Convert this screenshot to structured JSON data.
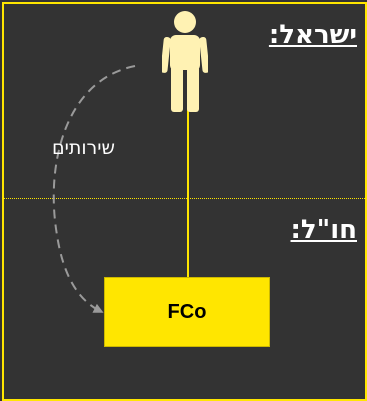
{
  "regions": {
    "israel_label": "ישראל:",
    "abroad_label": "חו\"ל:"
  },
  "entity": {
    "label": "FCo"
  },
  "flow": {
    "label": "שירותים"
  },
  "colors": {
    "background": "#333333",
    "accent": "#FFE600",
    "person": "#FFF2B3",
    "arrow": "#9A9A9A",
    "text": "#FFFFFF"
  },
  "icons": {
    "person": "person-icon"
  }
}
